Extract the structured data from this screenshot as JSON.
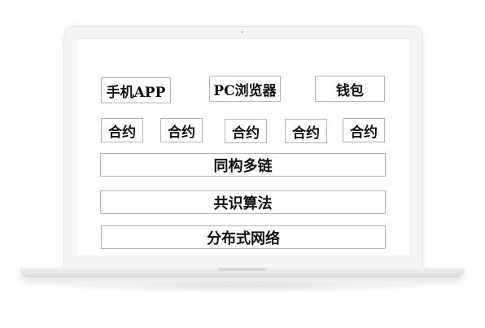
{
  "diagram": {
    "top_row": [
      {
        "label": "手机APP"
      },
      {
        "label": "PC浏览器"
      },
      {
        "label": "钱包"
      }
    ],
    "contracts": [
      {
        "label": "合约"
      },
      {
        "label": "合约"
      },
      {
        "label": "合约"
      },
      {
        "label": "合约"
      },
      {
        "label": "合约"
      }
    ],
    "layers": [
      {
        "label": "同构多链"
      },
      {
        "label": "共识算法"
      },
      {
        "label": "分布式网络"
      }
    ]
  }
}
